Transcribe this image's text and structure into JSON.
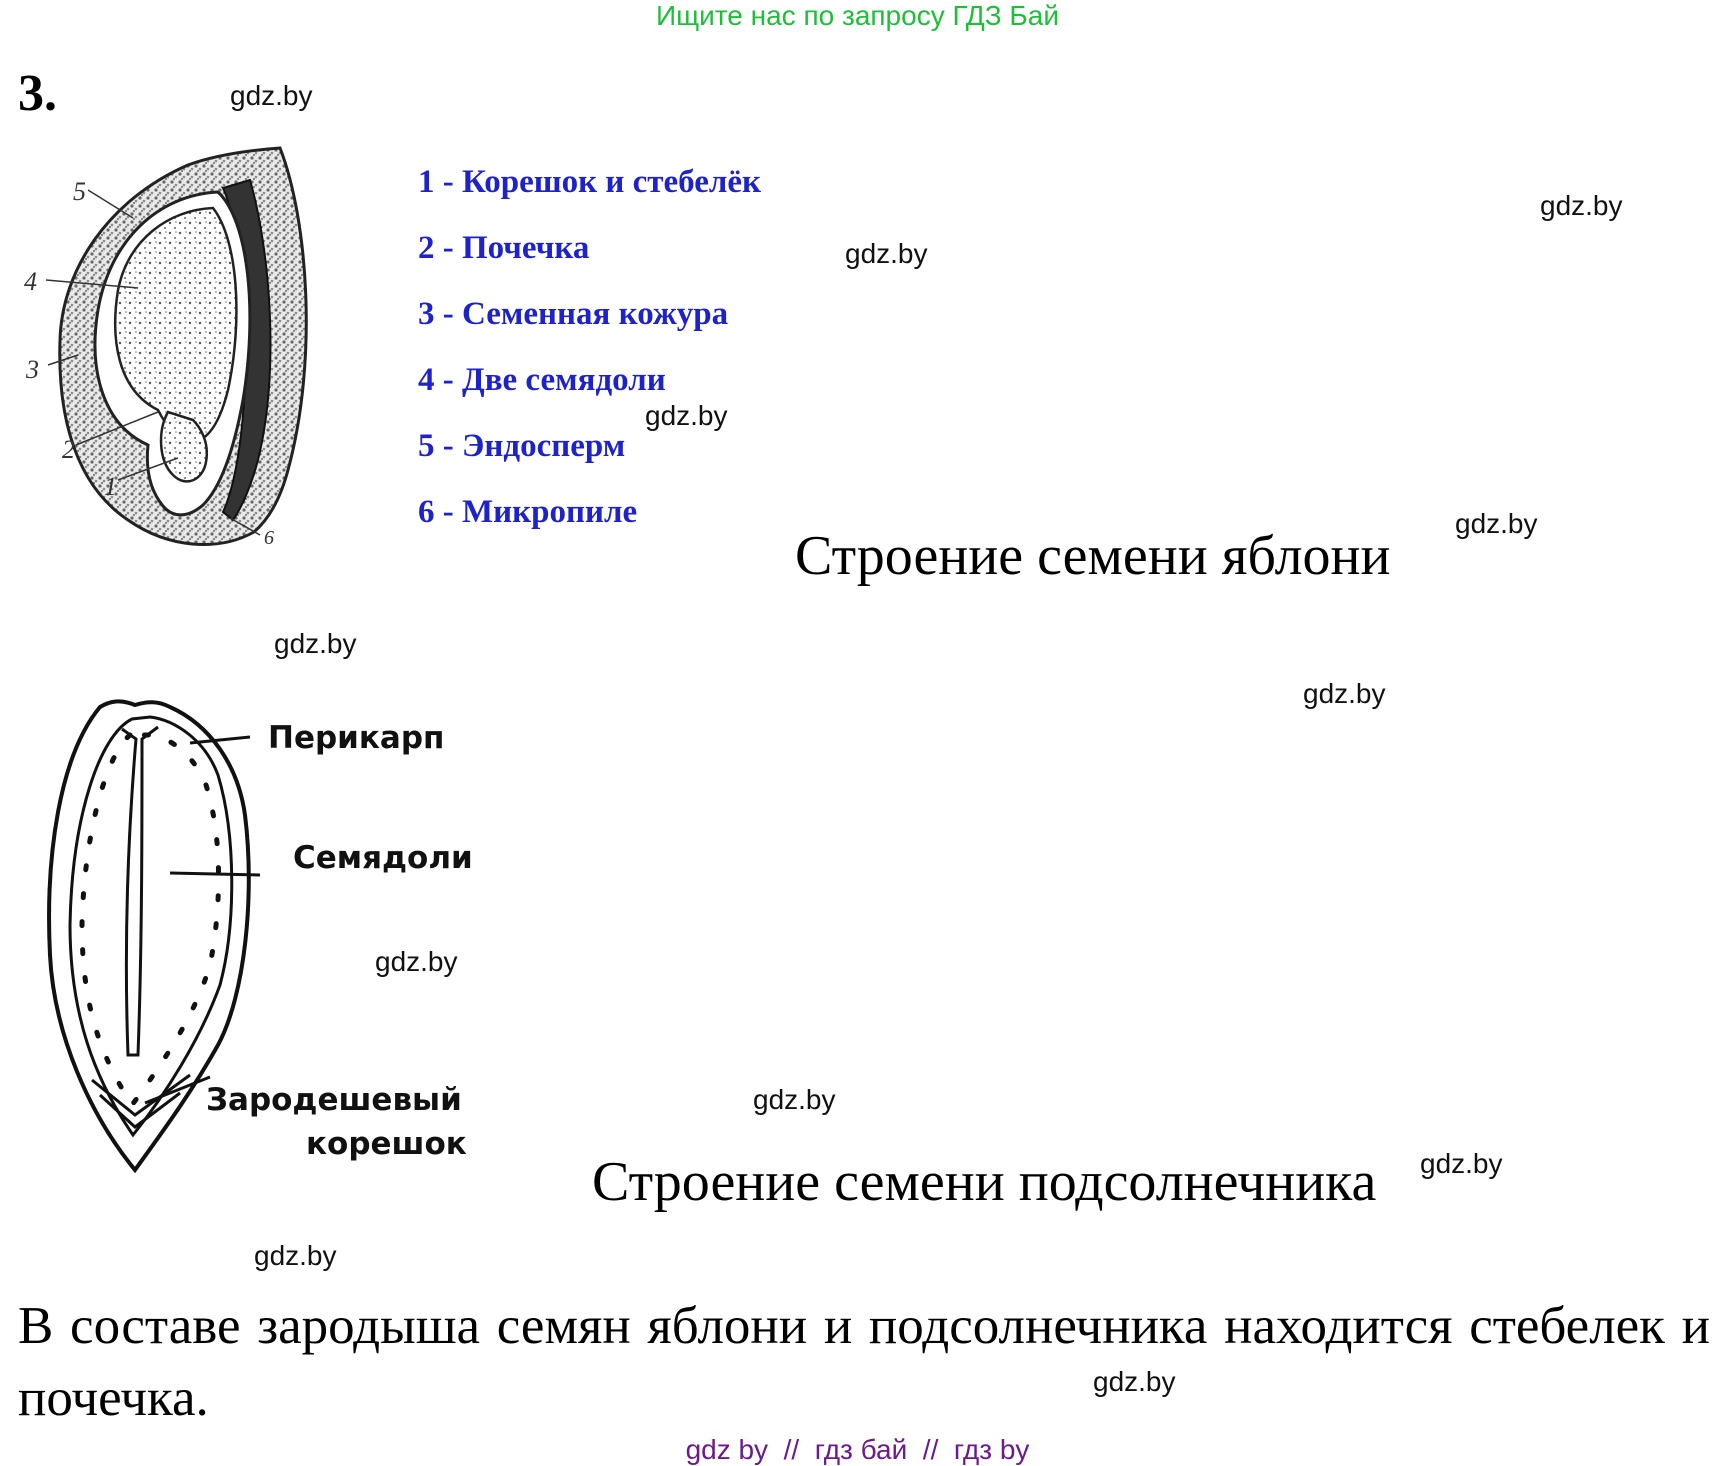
{
  "banner": "Ищите нас по запросу ГДЗ Бай",
  "task_number": "3.",
  "watermark": "gdz.by",
  "apple_legend": [
    "1 - Корешок и стебелёк",
    "2 - Почечка",
    "3 - Семенная кожура",
    "4 - Две семядоли",
    "5 - Эндосперм",
    "6 - Микропиле"
  ],
  "apple_diagram_numbers": [
    "1",
    "2",
    "3",
    "4",
    "5",
    "6"
  ],
  "apple_caption": "Строение семени яблони",
  "sunflower_labels": {
    "pericarp": "Перикарп",
    "cotyledons": "Семядоли",
    "radicle_line1": "Зародешевый",
    "radicle_line2": "корешок"
  },
  "sunflower_caption": "Строение семени подсолнечника",
  "answer_text": "В составе зародыша семян яблони и подсолнечника находится стебелек и почечка.",
  "footer": "gdz by  //  гдз бай  //  гдз by"
}
